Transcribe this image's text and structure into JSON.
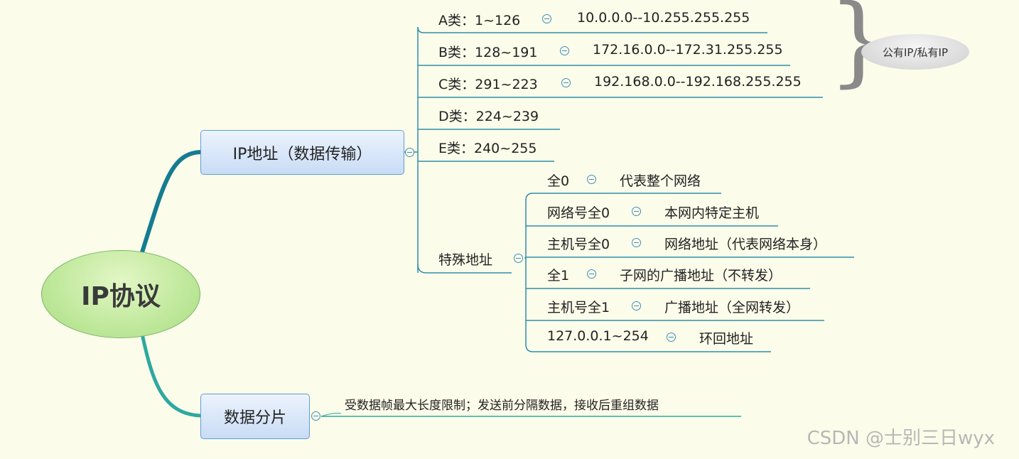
{
  "root": {
    "label": "IP协议"
  },
  "branches": [
    {
      "label": "IP地址（数据传输）",
      "children": [
        {
          "left": "A类：1~126",
          "right": "10.0.0.0--10.255.255.255"
        },
        {
          "left": "B类：128~191",
          "right": "172.16.0.0--172.31.255.255"
        },
        {
          "left": "C类：291~223",
          "right": "192.168.0.0--192.168.255.255"
        },
        {
          "left": "D类：224~239"
        },
        {
          "left": "E类：240~255"
        },
        {
          "left": "特殊地址",
          "children": [
            {
              "left": "全0",
              "right": "代表整个网络"
            },
            {
              "left": "网络号全0",
              "right": "本网内特定主机"
            },
            {
              "left": "主机号全0",
              "right": "网络地址（代表网络本身）"
            },
            {
              "left": "全1",
              "right": "子网的广播地址（不转发）"
            },
            {
              "left": "主机号全1",
              "right": "广播地址（全网转发）"
            },
            {
              "left": "127.0.0.1~254",
              "right": "环回地址"
            }
          ]
        }
      ]
    },
    {
      "label": "数据分片",
      "children": [
        {
          "left": "受数据帧最大长度限制；发送前分隔数据，接收后重组数据"
        }
      ]
    }
  ],
  "callout": {
    "label": "公有IP/私有IP"
  },
  "watermark": "CSDN @士别三日wyx",
  "colors": {
    "background": "#fcfcea",
    "line": "#2e8ea8",
    "root_line": "#157c90",
    "callout_brace": "#8a8a8a"
  }
}
